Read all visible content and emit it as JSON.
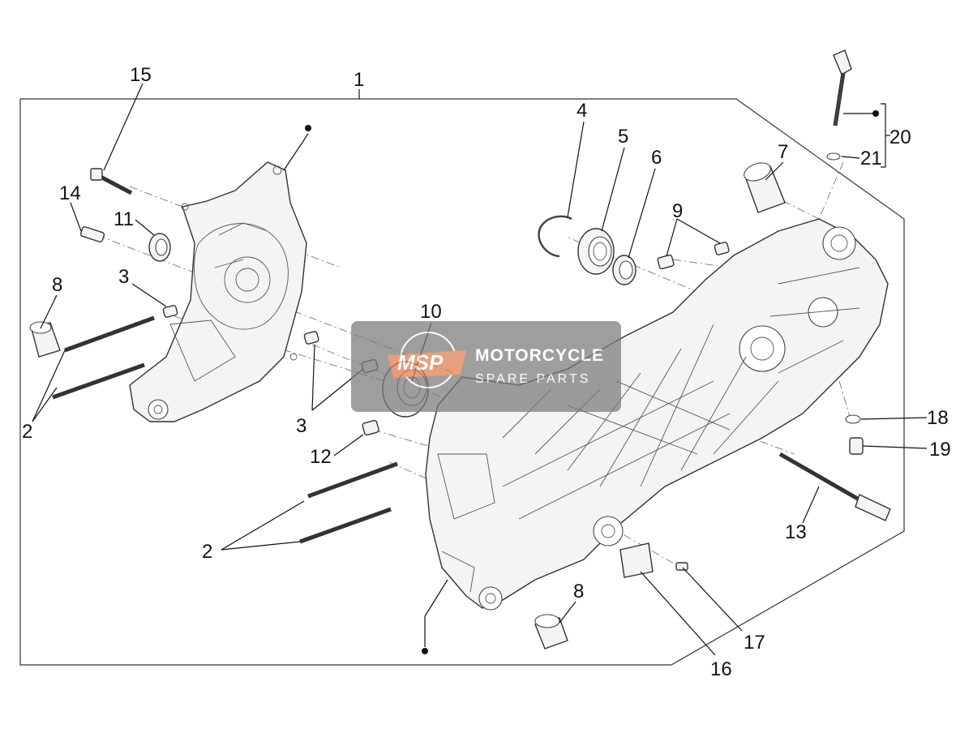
{
  "diagram": {
    "callouts": {
      "c1": "1",
      "c2a": "2",
      "c2b": "2",
      "c3a": "3",
      "c3b": "3",
      "c4": "4",
      "c5": "5",
      "c6": "6",
      "c7": "7",
      "c8a": "8",
      "c8b": "8",
      "c9": "9",
      "c10": "10",
      "c11": "11",
      "c12": "12",
      "c13": "13",
      "c14": "14",
      "c15": "15",
      "c16": "16",
      "c17": "17",
      "c18": "18",
      "c19": "19",
      "c20": "20",
      "c21": "21"
    }
  },
  "watermark": {
    "logo": "MSP",
    "line1": "MOTORCYCLE",
    "line2": "SPARE PARTS",
    "color": "#7a7a7a",
    "accent": "#e07b4a"
  }
}
